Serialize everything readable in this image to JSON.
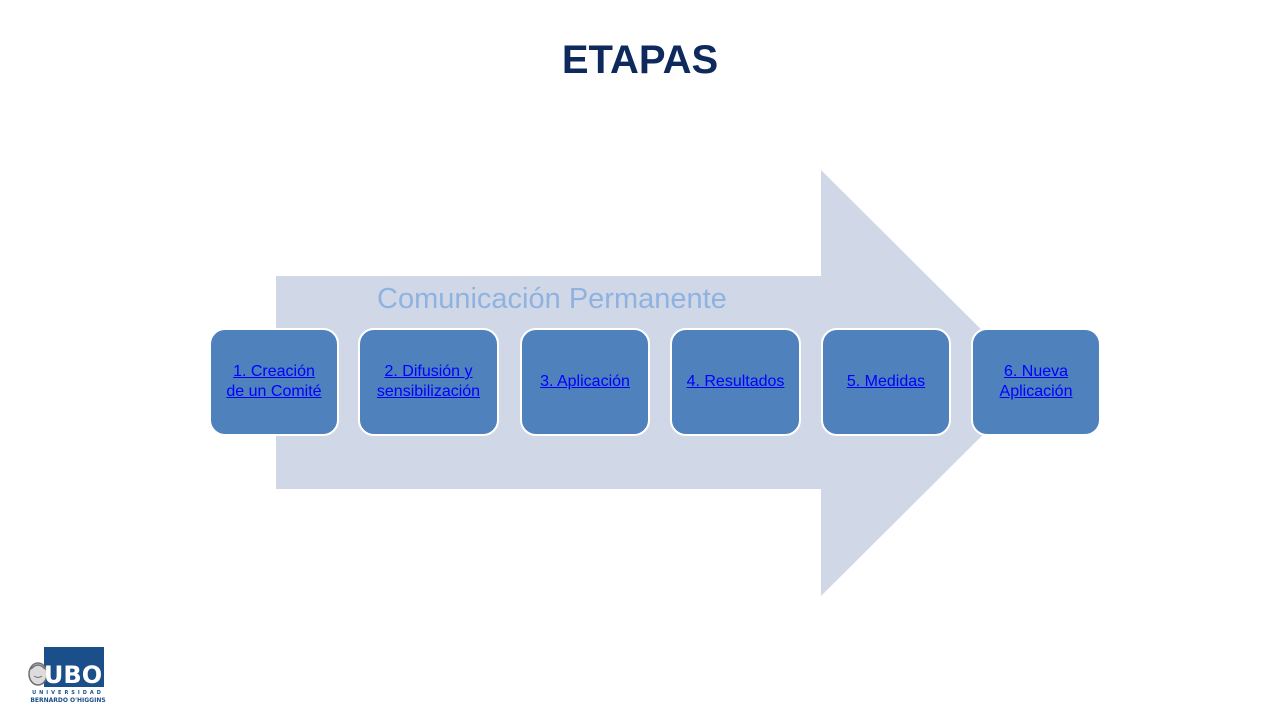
{
  "slide": {
    "title": "ETAPAS"
  },
  "arrow": {
    "label": "Comunicación Permanente",
    "fill_color": "#d0d8e8",
    "label_color": "#8fb2e0"
  },
  "steps": [
    {
      "label": "1. Creación\nde un Comité"
    },
    {
      "label": "2. Difusión y\nsensibilización"
    },
    {
      "label": "3. Aplicación"
    },
    {
      "label": "4. Resultados"
    },
    {
      "label": "5. Medidas"
    },
    {
      "label": "6. Nueva\nAplicación"
    }
  ],
  "colors": {
    "title": "#0e2a5c",
    "box_fill": "#4f81bd",
    "box_border": "#ffffff",
    "link": "#0000ff"
  },
  "logo": {
    "mark": "UBO",
    "line1": "UNIVERSIDAD",
    "line2": "BERNARDO O'HIGGINS",
    "icon": "university-portrait-logo-icon"
  }
}
